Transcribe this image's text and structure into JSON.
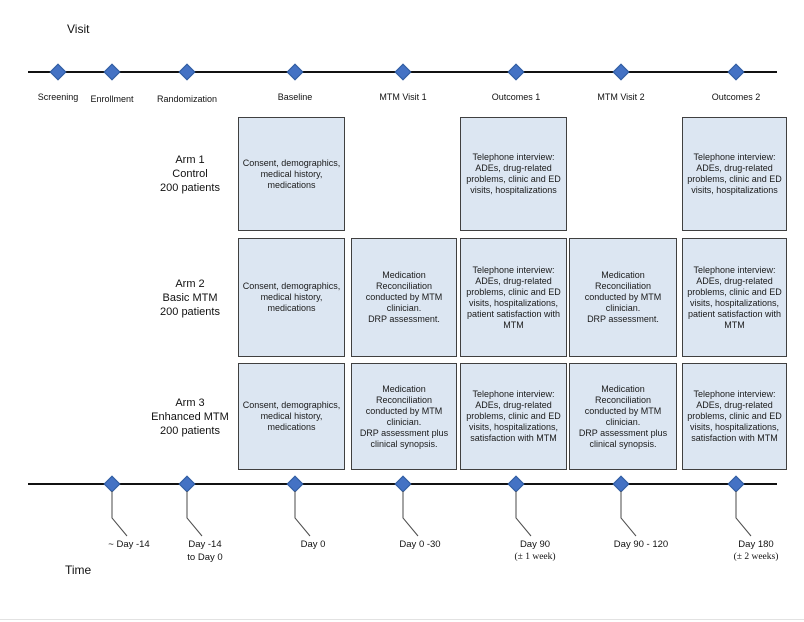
{
  "axes": {
    "visit_label": "Visit",
    "time_label": "Time"
  },
  "colors": {
    "marker_blue": "#4472C4",
    "box_fill": "#DCE6F2",
    "box_border": "#404040",
    "axis_line": "#111111"
  },
  "visits": [
    {
      "label": "Screening"
    },
    {
      "label": "Enrollment",
      "time1": "~ Day -14"
    },
    {
      "label": "Randomization",
      "time1": "Day -14",
      "time2": "to Day 0"
    },
    {
      "label": "Baseline",
      "time1": "Day 0"
    },
    {
      "label": "MTM Visit 1",
      "time1": "Day 0 -30"
    },
    {
      "label": "Outcomes 1",
      "time1": "Day 90",
      "time2": "(± 1 week)"
    },
    {
      "label": "MTM Visit 2",
      "time1": "Day 90 - 120"
    },
    {
      "label": "Outcomes 2",
      "time1": "Day 180",
      "time2": "(± 2 weeks)"
    }
  ],
  "arms": [
    {
      "line1": "Arm 1",
      "line2": "Control",
      "line3": "200 patients",
      "baseline": "Consent, demographics, medical history, medications",
      "outcomes1": "Telephone interview: ADEs, drug-related problems, clinic and ED visits, hospitalizations",
      "outcomes2": "Telephone interview: ADEs, drug-related problems, clinic and ED visits, hospitalizations"
    },
    {
      "line1": "Arm 2",
      "line2": "Basic MTM",
      "line3": "200 patients",
      "baseline": "Consent, demographics, medical history, medications",
      "mtm1": "Medication Reconciliation conducted by MTM clinician.\nDRP assessment.",
      "outcomes1": "Telephone interview: ADEs, drug-related problems, clinic and ED visits, hospitalizations, patient satisfaction with MTM",
      "mtm2": "Medication Reconciliation conducted by MTM clinician.\nDRP assessment.",
      "outcomes2": "Telephone interview: ADEs, drug-related problems, clinic and ED visits, hospitalizations, patient satisfaction with MTM"
    },
    {
      "line1": "Arm 3",
      "line2": "Enhanced MTM",
      "line3": "200 patients",
      "baseline": "Consent, demographics, medical history, medications",
      "mtm1": "Medication Reconciliation conducted by MTM clinician.\nDRP assessment plus clinical synopsis.",
      "outcomes1": "Telephone interview: ADEs, drug-related problems, clinic and ED visits, hospitalizations, satisfaction with MTM",
      "mtm2": "Medication Reconciliation conducted by MTM clinician.\nDRP assessment plus clinical synopsis.",
      "outcomes2": "Telephone interview: ADEs, drug-related problems, clinic and ED visits, hospitalizations, satisfaction with MTM"
    }
  ]
}
